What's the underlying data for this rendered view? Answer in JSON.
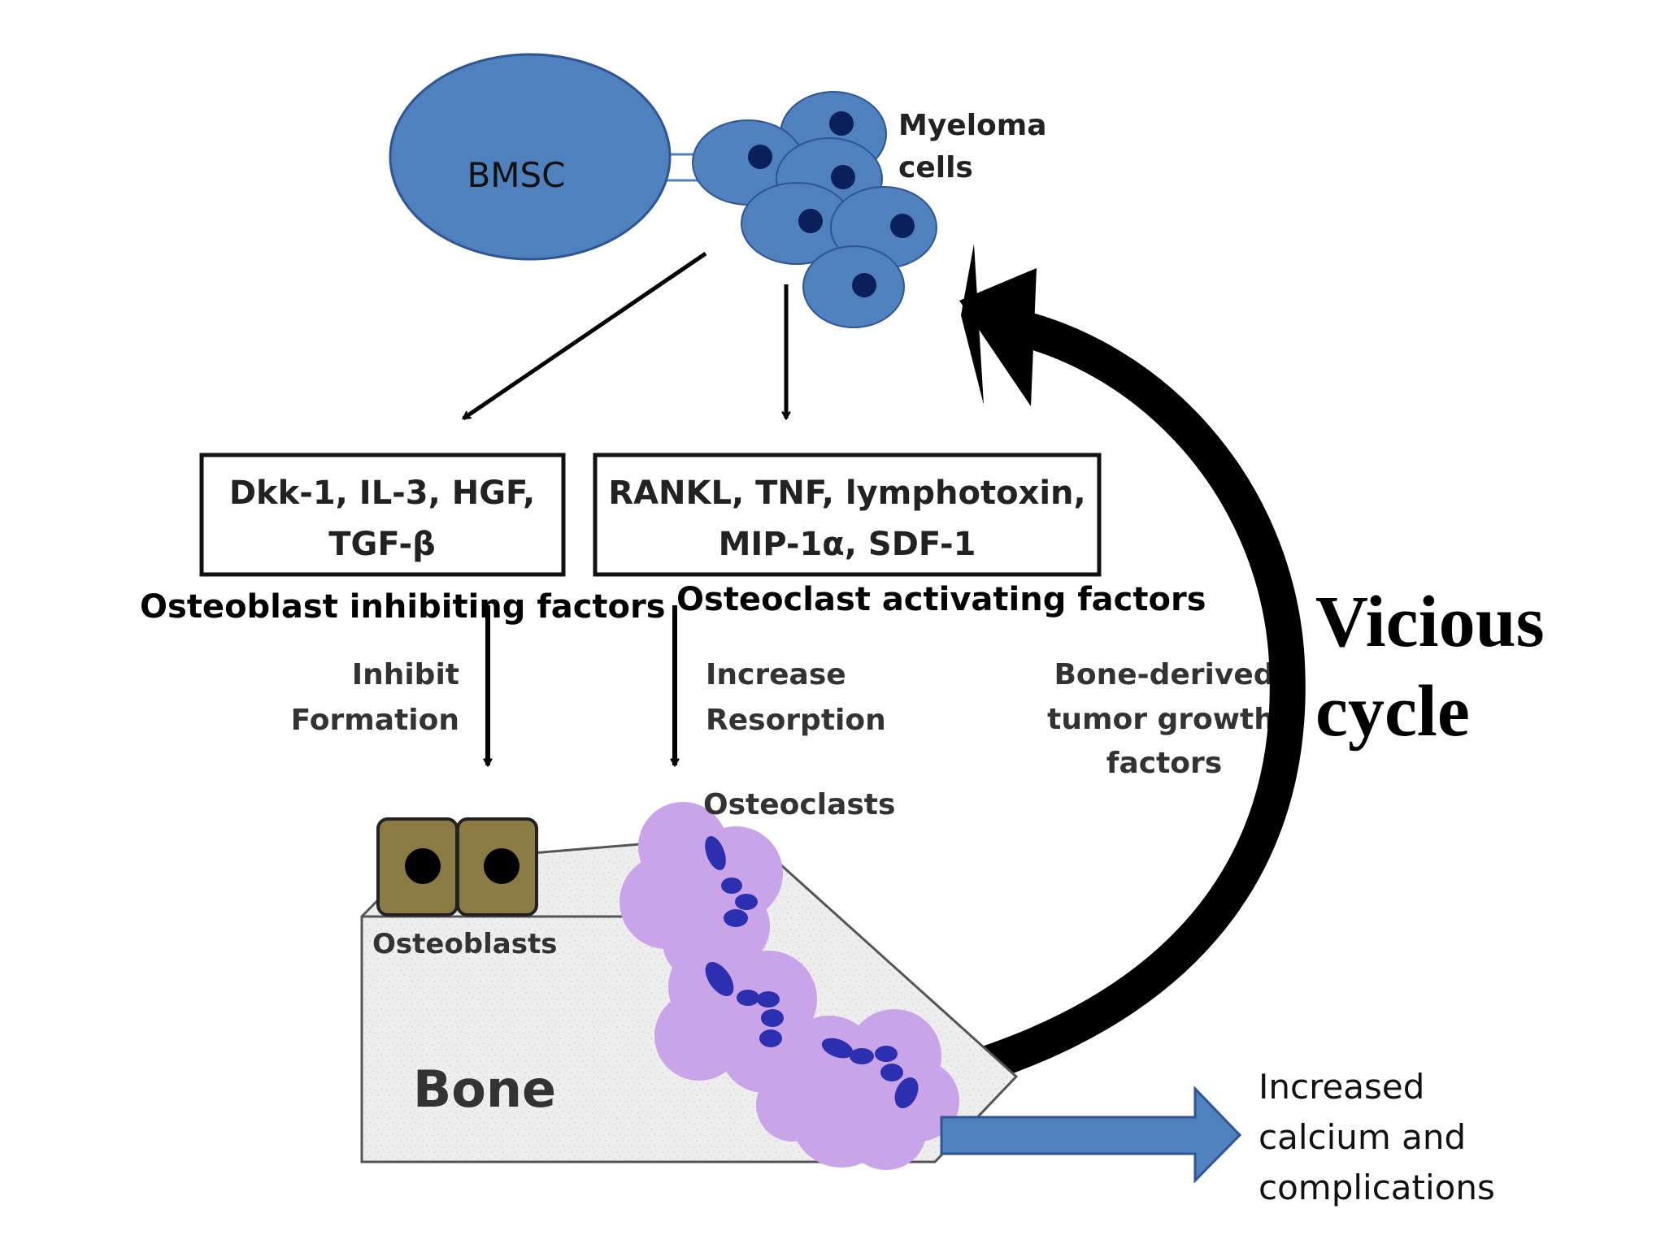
{
  "bmsc": {
    "label": "BMSC"
  },
  "myeloma": {
    "label_line1": "Myeloma",
    "label_line2": "cells"
  },
  "box_left": {
    "line1": "Dkk-1, IL-3, HGF,",
    "line2": "TGF-β"
  },
  "box_right": {
    "line1": "RANKL, TNF, lymphotoxin,",
    "line2": "MIP-1α, SDF-1"
  },
  "caption_left": "Osteoblast inhibiting factors",
  "caption_right": "Osteoclast activating factors",
  "inhibit": {
    "line1": "Inhibit",
    "line2": "Formation"
  },
  "increase": {
    "line1": "Increase",
    "line2": "Resorption"
  },
  "bone_derived": {
    "line1": "Bone-derived",
    "line2": "tumor growth",
    "line3": "factors"
  },
  "vicious": {
    "line1": "Vicious",
    "line2": "cycle"
  },
  "osteoclasts_label": "Osteoclasts",
  "osteoblasts_label": "Osteoblasts",
  "bone_label": "Bone",
  "outcome": {
    "line1": "Increased",
    "line2": "calcium and",
    "line3": "complications"
  },
  "colors": {
    "cell_blue": "#4f81bd",
    "cell_edge": "#2f5597",
    "nucleus": "#0a1f5c",
    "osteoclast": "#c9a4e8",
    "osteoclast_nucleus": "#2b2fb0",
    "osteoblast": "#8c7a45",
    "bone": "#ececec"
  }
}
